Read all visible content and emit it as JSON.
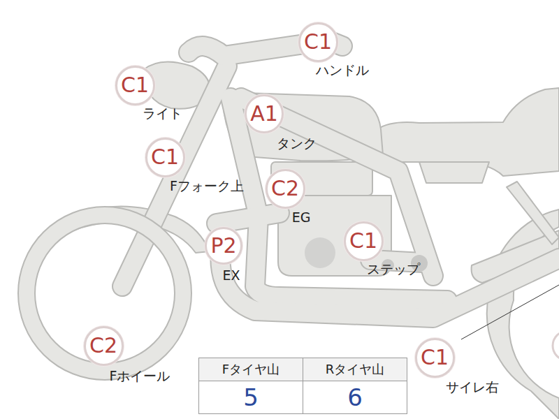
{
  "diagram": {
    "nodes": [
      {
        "text": [
          "C1",
          "ハンドル"
        ]
      },
      {
        "text": [
          "C1",
          "ライト"
        ]
      },
      {
        "text": [
          "A1",
          "タンク"
        ]
      },
      {
        "text": [
          "C1",
          "Fフォーク上"
        ]
      },
      {
        "text": [
          "C2",
          "EG"
        ]
      },
      {
        "text": [
          "P2",
          "EX"
        ]
      },
      {
        "text": [
          "C1",
          "ステップ"
        ]
      },
      {
        "text": [
          "C2",
          "Fホイール"
        ]
      },
      {
        "text": [
          "C1",
          "サイレ右"
        ]
      }
    ],
    "labels": [
      "Fタイヤ山",
      "Rタイヤ山",
      "5",
      "6"
    ]
  }
}
